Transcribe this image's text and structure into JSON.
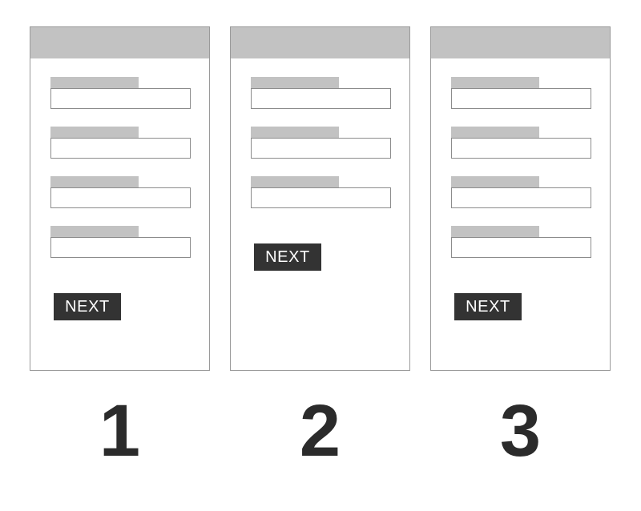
{
  "diagram": {
    "type": "wireframe-flow",
    "background_color": "#ffffff",
    "panel_count": 3,
    "colors": {
      "panel_border": "#9a9a9a",
      "header_fill": "#c2c2c2",
      "label_fill": "#c2c2c2",
      "input_border": "#8c8c8c",
      "input_fill": "#ffffff",
      "button_fill": "#333333",
      "button_text": "#ffffff",
      "numeral": "#2b2b2b"
    },
    "panels": [
      {
        "step_number": "1",
        "header": "",
        "field_count": 4,
        "fields": [
          {
            "label": "",
            "value": "",
            "placeholder": ""
          },
          {
            "label": "",
            "value": "",
            "placeholder": ""
          },
          {
            "label": "",
            "value": "",
            "placeholder": ""
          },
          {
            "label": "",
            "value": "",
            "placeholder": ""
          }
        ],
        "button_label": "NEXT"
      },
      {
        "step_number": "2",
        "header": "",
        "field_count": 3,
        "fields": [
          {
            "label": "",
            "value": "",
            "placeholder": ""
          },
          {
            "label": "",
            "value": "",
            "placeholder": ""
          },
          {
            "label": "",
            "value": "",
            "placeholder": ""
          }
        ],
        "button_label": "NEXT"
      },
      {
        "step_number": "3",
        "header": "",
        "field_count": 4,
        "fields": [
          {
            "label": "",
            "value": "",
            "placeholder": ""
          },
          {
            "label": "",
            "value": "",
            "placeholder": ""
          },
          {
            "label": "",
            "value": "",
            "placeholder": ""
          },
          {
            "label": "",
            "value": "",
            "placeholder": ""
          }
        ],
        "button_label": "NEXT"
      }
    ]
  }
}
